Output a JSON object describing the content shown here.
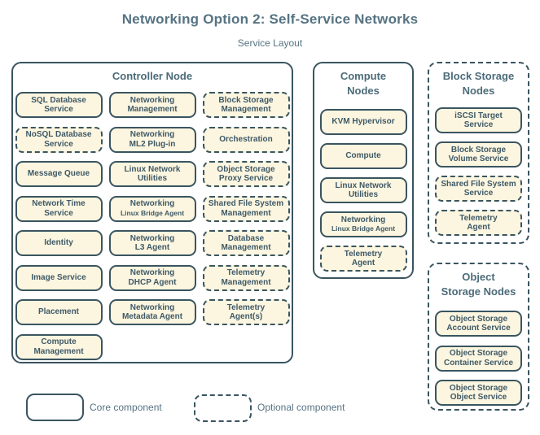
{
  "page": {
    "title": "Networking Option 2: Self-Service Networks",
    "subtitle": "Service Layout"
  },
  "colors": {
    "border": "#3a5560",
    "box_fill": "#fcf5df",
    "box_text": "#3e5a68",
    "header_text": "#4c6b79",
    "title_text": "#567382",
    "background": "#ffffff"
  },
  "nodes": [
    {
      "id": "controller",
      "title_lines": [
        "Controller Node"
      ],
      "style": "solid",
      "services": [
        {
          "lines": [
            "SQL Database",
            "Service"
          ],
          "style": "solid"
        },
        {
          "lines": [
            "Networking",
            "Management"
          ],
          "style": "solid"
        },
        {
          "lines": [
            "Block Storage",
            "Management"
          ],
          "style": "dashed"
        },
        {
          "lines": [
            "NoSQL Database",
            "Service"
          ],
          "style": "dashed"
        },
        {
          "lines": [
            "Networking",
            "ML2 Plug-in"
          ],
          "style": "solid"
        },
        {
          "lines": [
            "Orchestration"
          ],
          "style": "dashed"
        },
        {
          "lines": [
            "Message Queue"
          ],
          "style": "solid"
        },
        {
          "lines": [
            "Linux Network",
            "Utilities"
          ],
          "style": "solid"
        },
        {
          "lines": [
            "Object Storage",
            "Proxy Service"
          ],
          "style": "dashed"
        },
        {
          "lines": [
            "Network Time",
            "Service"
          ],
          "style": "solid"
        },
        {
          "lines": [
            "Networking",
            "Linux Bridge Agent"
          ],
          "style": "solid",
          "small_line2": true
        },
        {
          "lines": [
            "Shared File System",
            "Management"
          ],
          "style": "dashed"
        },
        {
          "lines": [
            "Identity"
          ],
          "style": "solid"
        },
        {
          "lines": [
            "Networking",
            "L3 Agent"
          ],
          "style": "solid"
        },
        {
          "lines": [
            "Database",
            "Management"
          ],
          "style": "dashed"
        },
        {
          "lines": [
            "Image Service"
          ],
          "style": "solid"
        },
        {
          "lines": [
            "Networking",
            "DHCP Agent"
          ],
          "style": "solid"
        },
        {
          "lines": [
            "Telemetry",
            "Management"
          ],
          "style": "dashed"
        },
        {
          "lines": [
            "Placement"
          ],
          "style": "solid"
        },
        {
          "lines": [
            "Networking",
            "Metadata Agent"
          ],
          "style": "solid"
        },
        {
          "lines": [
            "Telemetry",
            "Agent(s)"
          ],
          "style": "dashed"
        },
        {
          "lines": [
            "Compute",
            "Management"
          ],
          "style": "solid"
        }
      ]
    },
    {
      "id": "compute",
      "title_lines": [
        "Compute",
        "Nodes"
      ],
      "style": "solid",
      "services": [
        {
          "lines": [
            "KVM Hypervisor"
          ],
          "style": "solid"
        },
        {
          "lines": [
            "Compute"
          ],
          "style": "solid"
        },
        {
          "lines": [
            "Linux Network",
            "Utilities"
          ],
          "style": "solid"
        },
        {
          "lines": [
            "Networking",
            "Linux Bridge Agent"
          ],
          "style": "solid",
          "small_line2": true
        },
        {
          "lines": [
            "Telemetry",
            "Agent"
          ],
          "style": "dashed"
        }
      ]
    },
    {
      "id": "block-storage",
      "title_lines": [
        "Block Storage",
        "Nodes"
      ],
      "style": "dashed",
      "services": [
        {
          "lines": [
            "iSCSI Target",
            "Service"
          ],
          "style": "solid"
        },
        {
          "lines": [
            "Block Storage",
            "Volume Service"
          ],
          "style": "solid"
        },
        {
          "lines": [
            "Shared File System",
            "Service"
          ],
          "style": "dashed"
        },
        {
          "lines": [
            "Telemetry",
            "Agent"
          ],
          "style": "dashed"
        }
      ]
    },
    {
      "id": "object-storage",
      "title_lines": [
        "Object",
        "Storage Nodes"
      ],
      "style": "dashed",
      "services": [
        {
          "lines": [
            "Object Storage",
            "Account Service"
          ],
          "style": "solid"
        },
        {
          "lines": [
            "Object Storage",
            "Container Service"
          ],
          "style": "solid"
        },
        {
          "lines": [
            "Object Storage",
            "Object Service"
          ],
          "style": "solid"
        }
      ]
    }
  ],
  "legend": {
    "core_label": "Core component",
    "optional_label": "Optional component"
  }
}
